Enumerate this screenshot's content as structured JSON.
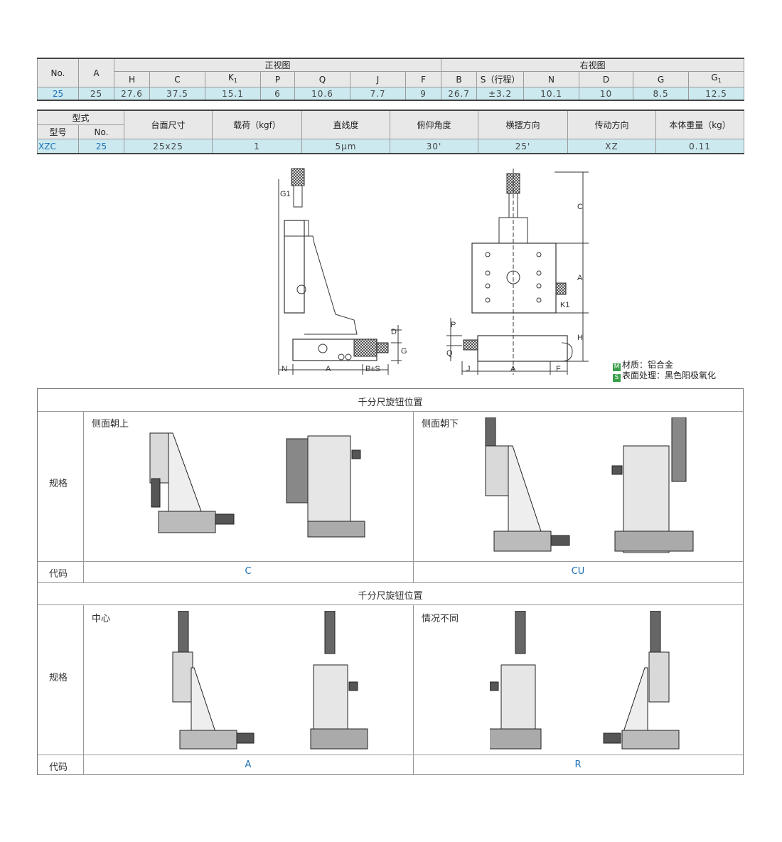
{
  "spec_table": {
    "col_no": "No.",
    "col_a": "A",
    "front_view": "正视图",
    "right_view": "右视图",
    "front_cols": [
      "H",
      "C",
      "K",
      "P",
      "Q",
      "J",
      "F"
    ],
    "right_cols": [
      "B",
      "S（行程）",
      "N",
      "D",
      "G",
      "G"
    ],
    "row": {
      "no": "25",
      "a": "25",
      "h": "27.6",
      "c": "37.5",
      "k1": "15.1",
      "p": "6",
      "q": "10.6",
      "j": "7.7",
      "f": "9",
      "b": "26.7",
      "s": "±3.2",
      "n": "10.1",
      "d": "10",
      "g": "8.5",
      "g1": "12.5"
    }
  },
  "model_table": {
    "type_header": "型式",
    "model_header": "型号",
    "no_header": "No.",
    "cols": [
      "台面尺寸",
      "载荷（kgf）",
      "直线度",
      "俯仰角度",
      "横摆方向",
      "传动方向",
      "本体重量（kg）"
    ],
    "row": {
      "model": "XZC",
      "no": "25",
      "size": "25x25",
      "load": "1",
      "straightness": "5μm",
      "pitch": "30'",
      "yaw": "25'",
      "drive": "XZ",
      "weight": "0.11"
    }
  },
  "dim_labels": {
    "g1": "G1",
    "n": "N",
    "a": "A",
    "bs": "B±S",
    "d": "D",
    "g": "G",
    "c": "C",
    "a2": "A",
    "k1": "K1",
    "h": "H",
    "p": "P",
    "q": "Q",
    "j": "J",
    "a3": "A",
    "f": "F"
  },
  "material": {
    "m_badge": "M",
    "m_text": "材质：铝合金",
    "s_badge": "S",
    "s_text": "表面处理：黑色阳极氧化"
  },
  "position_grid": {
    "section_title": "千分尺旋钮位置",
    "spec_label": "规格",
    "code_label": "代码",
    "cells": [
      {
        "caption": "侧面朝上",
        "code": "C"
      },
      {
        "caption": "侧面朝下",
        "code": "CU"
      },
      {
        "caption": "中心",
        "code": "A"
      },
      {
        "caption": "情况不同",
        "code": "R"
      }
    ]
  }
}
